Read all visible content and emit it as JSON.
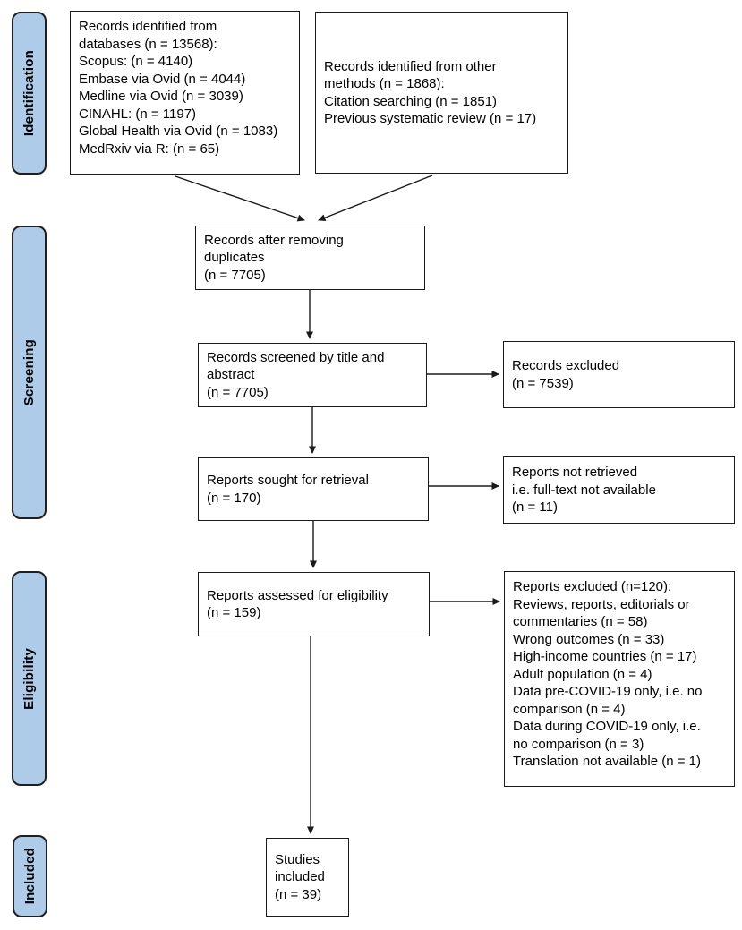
{
  "diagram": {
    "type": "prisma-flowchart",
    "stages": [
      {
        "label": "Identification"
      },
      {
        "label": "Screening"
      },
      {
        "label": "Eligibility"
      },
      {
        "label": "Included"
      }
    ],
    "boxes": {
      "databases": "Records identified from\ndatabases (n = 13568):\nScopus: (n = 4140)\nEmbase via Ovid (n = 4044)\nMedline via Ovid (n = 3039)\nCINAHL: (n = 1197)\nGlobal Health via Ovid (n = 1083)\nMedRxiv via R: (n = 65)",
      "other_methods": "Records identified from other\nmethods (n = 1868):\nCitation searching (n = 1851)\nPrevious systematic review (n = 17)",
      "duplicates": "Records after removing\nduplicates\n(n = 7705)",
      "screened": "Records screened by title and\nabstract\n(n = 7705)",
      "records_excluded": "Records excluded\n(n = 7539)",
      "sought": "Reports sought for retrieval\n(n = 170)",
      "not_retrieved": "Reports not retrieved\ni.e. full-text not available\n(n = 11)",
      "assessed": "Reports assessed for eligibility\n(n = 159)",
      "reports_excluded": "Reports excluded (n=120):\nReviews, reports, editorials or\ncommentaries (n = 58)\nWrong outcomes (n = 33)\nHigh-income countries (n = 17)\nAdult population (n = 4)\nData pre-COVID-19 only, i.e. no\ncomparison (n = 4)\nData during COVID-19 only, i.e.\nno comparison (n = 3)\nTranslation not available (n = 1)",
      "studies_included": "Studies\nincluded\n(n = 39)"
    },
    "colors": {
      "stage_fill": "#aecbea",
      "stage_border": "#1f1f1f",
      "box_border": "#1a1a1a",
      "arrow": "#1a1a1a"
    }
  }
}
